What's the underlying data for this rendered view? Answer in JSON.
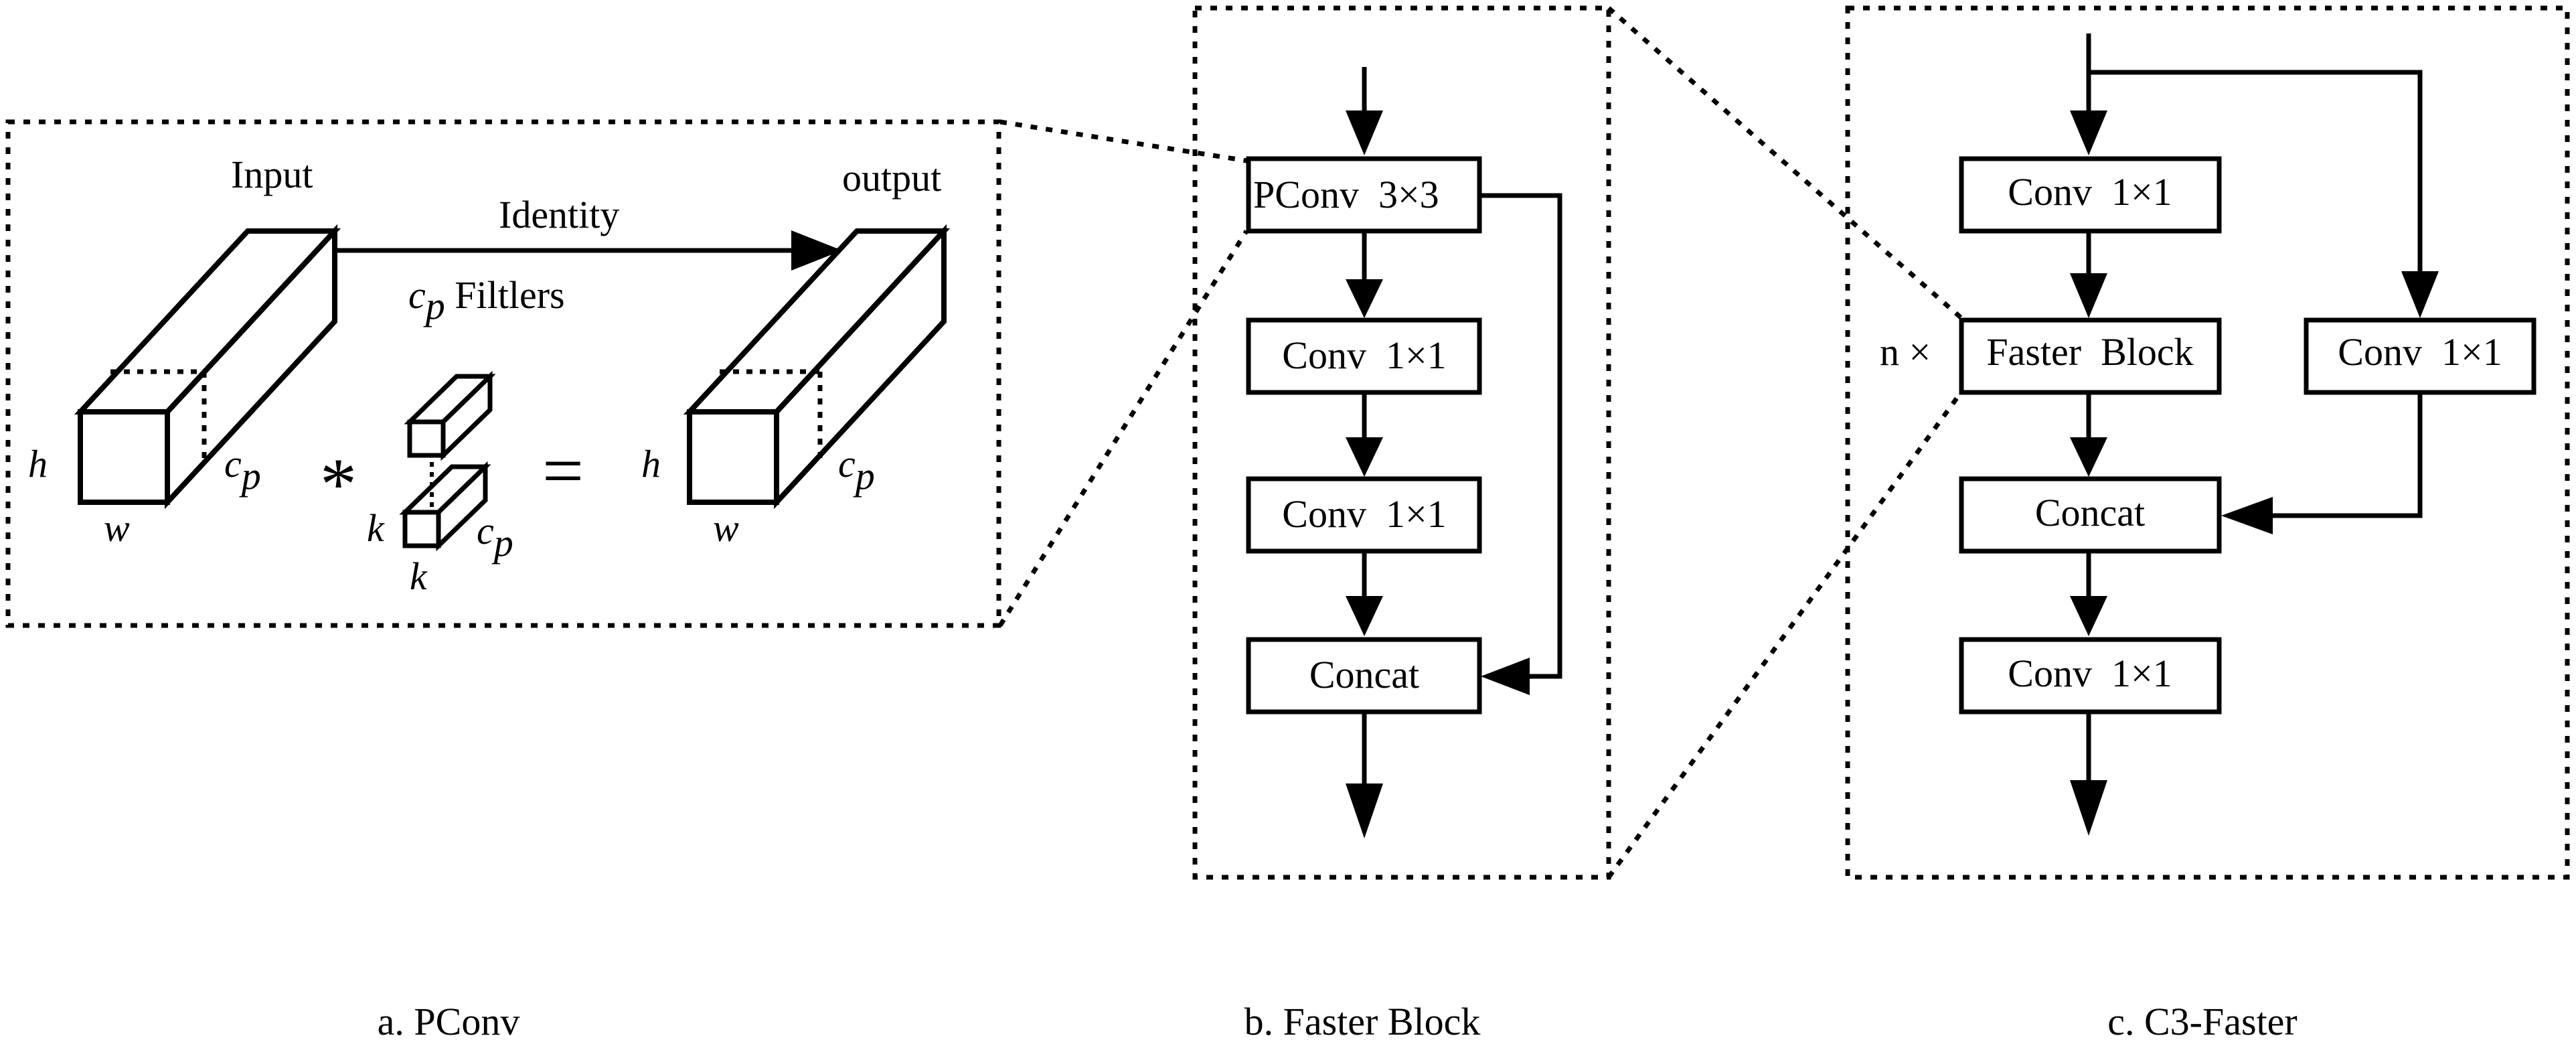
{
  "panel_a": {
    "input_label": "Input",
    "output_label": "output",
    "identity_label": "Identity",
    "filters_c": "c",
    "filters_p": "p",
    "filters_text": " Filtlers",
    "h_in": "h",
    "w_in": "w",
    "cp_in_c": "c",
    "cp_in_p": "p",
    "op_star": "*",
    "op_eq": "=",
    "k_side": "k",
    "k_bottom": "k",
    "cp_k_c": "c",
    "cp_k_p": "p",
    "h_out": "h",
    "w_out": "w",
    "cp_out_c": "c",
    "cp_out_p": "p",
    "caption": "a. PConv"
  },
  "panel_b": {
    "pconv": "PConv  3×3",
    "conv1": "Conv  1×1",
    "conv2": "Conv  1×1",
    "concat": "Concat",
    "caption": "b. Faster Block"
  },
  "panel_c": {
    "conv_top": "Conv  1×1",
    "n_times": "n ×",
    "faster_block": "Faster  Block",
    "conv_side": "Conv  1×1",
    "concat": "Concat",
    "conv_bottom": "Conv  1×1",
    "caption": "c. C3-Faster"
  }
}
